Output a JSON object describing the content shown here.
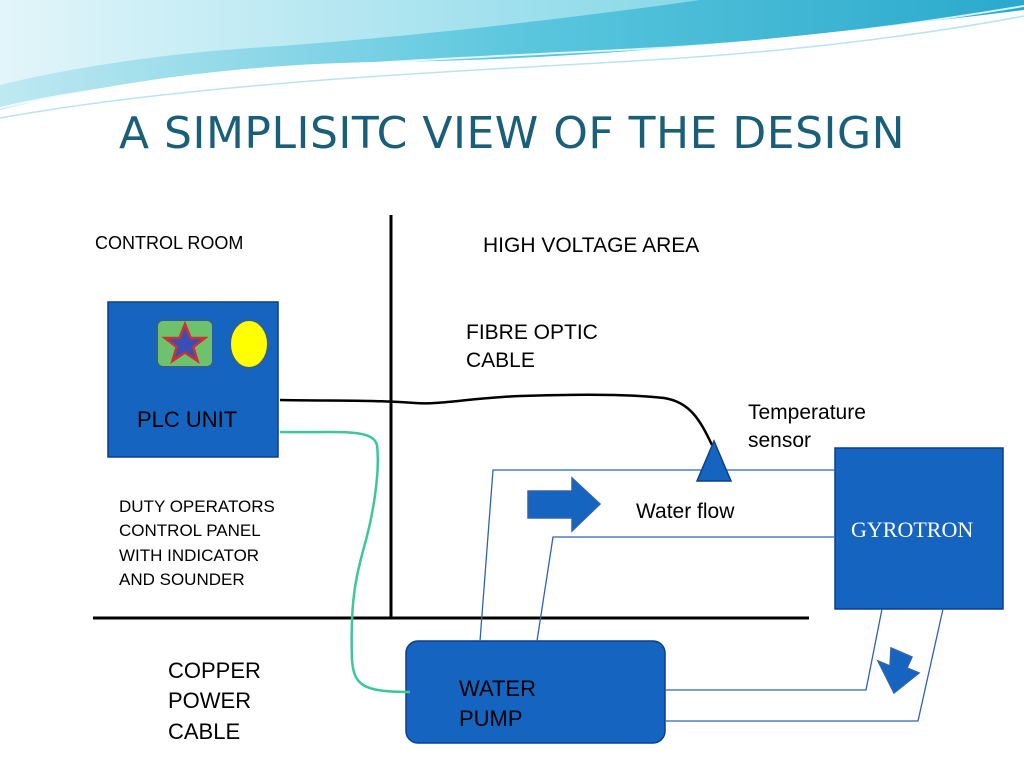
{
  "title": "A SIMPLISITC VIEW OF THE DESIGN",
  "areas": {
    "control_room": "CONTROL ROOM",
    "high_voltage": "HIGH VOLTAGE AREA"
  },
  "components": {
    "plc_unit": "PLC UNIT",
    "gyrotron": "GYROTRON",
    "water_pump": "WATER\nPUMP",
    "temperature_sensor": "Temperature\nsensor"
  },
  "labels": {
    "fibre_optic": "FIBRE OPTIC\nCABLE",
    "water_flow": "Water flow",
    "duty_panel": "DUTY OPERATORS\nCONTROL PANEL\nWITH INDICATOR\nAND SOUNDER",
    "copper_cable": "COPPER\nPOWER\nCABLE"
  },
  "colors": {
    "title": "#1a5f79",
    "box_fill": "#1565c0",
    "box_stroke": "#0d3f8a",
    "copper_cable": "#3cc79a",
    "indicator_green": "#6ec26e",
    "star": "#d03030",
    "lamp_yellow": "#ffff00"
  },
  "icons": [
    "star-icon",
    "lamp-icon",
    "water-flow-arrow",
    "down-arrow",
    "sensor-triangle"
  ]
}
